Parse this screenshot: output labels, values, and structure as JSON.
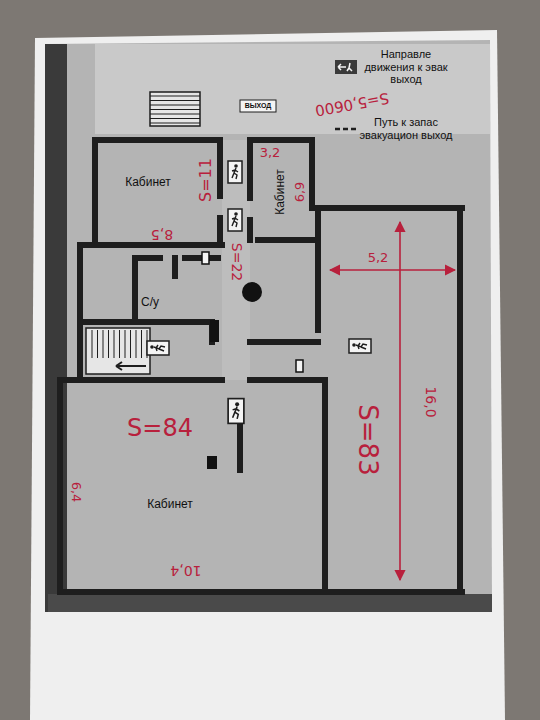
{
  "diagram": {
    "nodes": [
      {
        "text": [
          "Кабинет",
          "S=11",
          "8,5"
        ]
      },
      {
        "text": [
          "3,2",
          "Кабинет",
          "6,9",
          "S=22"
        ]
      },
      {
        "text": [
          "С/у"
        ]
      },
      {
        "text": [
          "S=84",
          "Кабинет",
          "6,4",
          "10,4"
        ]
      },
      {
        "text": [
          "5,2",
          "16,0",
          "S=83"
        ]
      }
    ],
    "labels": [
      "ВЫХОД",
      "S=5,0600"
    ],
    "legend": [
      {
        "text": "Направле движения к эвак выход"
      },
      {
        "text": "Путь к запас эвакуацион выход"
      }
    ]
  }
}
